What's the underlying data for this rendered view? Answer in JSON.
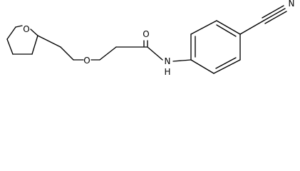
{
  "molecule": {
    "atoms": [
      {
        "id": "ring-oxygen",
        "label": "O"
      },
      {
        "id": "ether-oxygen",
        "label": "O"
      },
      {
        "id": "carbonyl-oxygen",
        "label": "O"
      },
      {
        "id": "amide-nitrogen",
        "label": "N"
      },
      {
        "id": "amide-hydrogen",
        "label": "H"
      },
      {
        "id": "nitrile-nitrogen",
        "label": "N"
      }
    ]
  }
}
